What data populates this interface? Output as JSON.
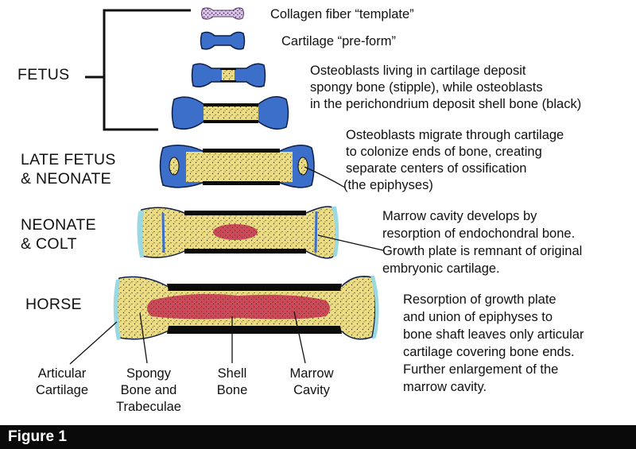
{
  "stages": {
    "fetus": "FETUS",
    "late_fetus_1": "LATE FETUS",
    "late_fetus_2": "& NEONATE",
    "neonate_1": "NEONATE",
    "neonate_2": "& COLT",
    "horse": "HORSE"
  },
  "descriptions": {
    "collagen": "Collagen fiber “template”",
    "cartilage": "Cartilage “pre-form”",
    "osteoblasts": [
      "Osteoblasts living in cartilage deposit",
      "spongy bone (stipple), while osteoblasts",
      "in the perichondrium deposit shell bone (black)"
    ],
    "migrate": [
      "Osteoblasts migrate through cartilage",
      "to colonize ends of bone, creating",
      "separate centers of ossification",
      "(the epiphyses)"
    ],
    "marrow": [
      "Marrow cavity develops by",
      "resorption of endochondral bone.",
      "Growth plate is remnant of original",
      "embryonic cartilage."
    ],
    "resorption": [
      "Resorption of growth plate",
      "and union of epiphyses to",
      "bone shaft leaves only articular",
      "cartilage covering bone ends.",
      "Further enlargement of the",
      "marrow cavity."
    ]
  },
  "parts": {
    "articular": [
      "Articular",
      "Cartilage"
    ],
    "spongy": [
      "Spongy",
      "Bone and",
      "Trabeculae"
    ],
    "shell": [
      "Shell",
      "Bone"
    ],
    "marrow": [
      "Marrow",
      "Cavity"
    ]
  },
  "caption": "Figure 1",
  "colors": {
    "cartilage": "#3b6fc9",
    "spongy_bone": "#eadb82",
    "shell_bone": "#0b0b0b",
    "marrow": "#cc4a57",
    "articular_cartilage": "#9ad8e2",
    "collagen": "#7a4c8e"
  }
}
